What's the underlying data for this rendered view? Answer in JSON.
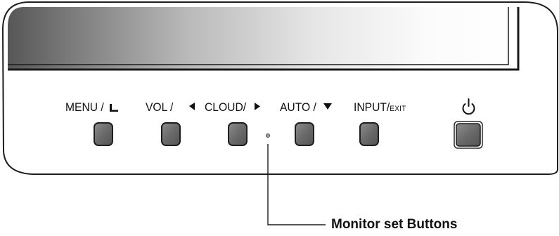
{
  "buttons": [
    {
      "id": "menu",
      "label": "MENU /",
      "icon": "return-arrow-icon"
    },
    {
      "id": "vol",
      "label": "VOL /",
      "icon": "left-triangle-icon"
    },
    {
      "id": "cloud",
      "label": "CLOUD/",
      "icon": "right-triangle-icon"
    },
    {
      "id": "auto",
      "label": "AUTO /",
      "icon": "down-triangle-icon"
    },
    {
      "id": "input",
      "label": "INPUT/",
      "suffix": "EXIT"
    },
    {
      "id": "power",
      "label": "",
      "icon": "power-icon"
    }
  ],
  "callout": {
    "label": "Monitor set Buttons"
  },
  "colors": {
    "outline": "#222222",
    "button_fill": "#6e6e6e",
    "screen_dark": "#5a5a5a",
    "screen_light": "#fafafa"
  }
}
